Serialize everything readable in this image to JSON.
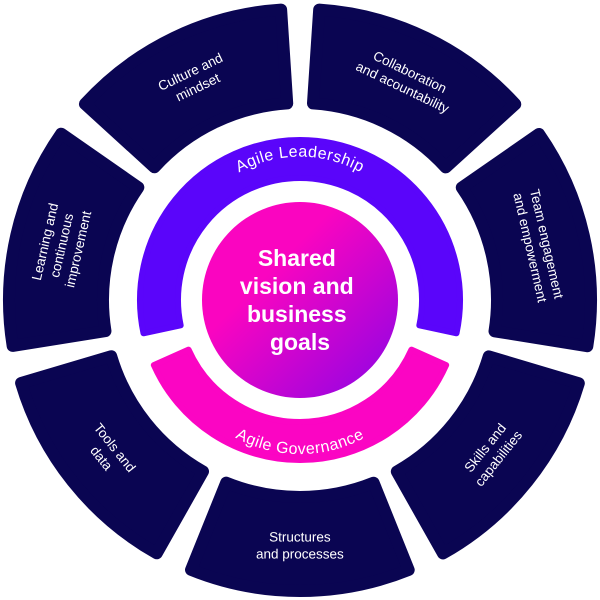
{
  "colors": {
    "outer_segment": "#0a0552",
    "leadership_band": "#5a05fa",
    "governance_band": "#fb05c3",
    "center_gradient_start": "#fa05c0",
    "center_gradient_end": "#8a05e6",
    "background": "#ffffff"
  },
  "center": {
    "lines": [
      "Shared",
      "vision and",
      "business",
      "goals"
    ]
  },
  "bands": {
    "leadership": "Agile Leadership",
    "governance": "Agile Governance"
  },
  "segments": [
    {
      "id": "culture",
      "lines": [
        "Culture and",
        "mindset"
      ]
    },
    {
      "id": "collaboration",
      "lines": [
        "Collaboration",
        "and acountability"
      ]
    },
    {
      "id": "team",
      "lines": [
        "Team engagement",
        "and empowerment"
      ]
    },
    {
      "id": "skills",
      "lines": [
        "Skills and",
        "capabilities"
      ]
    },
    {
      "id": "structures",
      "lines": [
        "Structures",
        "and processes"
      ]
    },
    {
      "id": "tools",
      "lines": [
        "Tools and",
        "data"
      ]
    },
    {
      "id": "learning",
      "lines": [
        "Learning and",
        "continuous",
        "improvement"
      ]
    }
  ]
}
